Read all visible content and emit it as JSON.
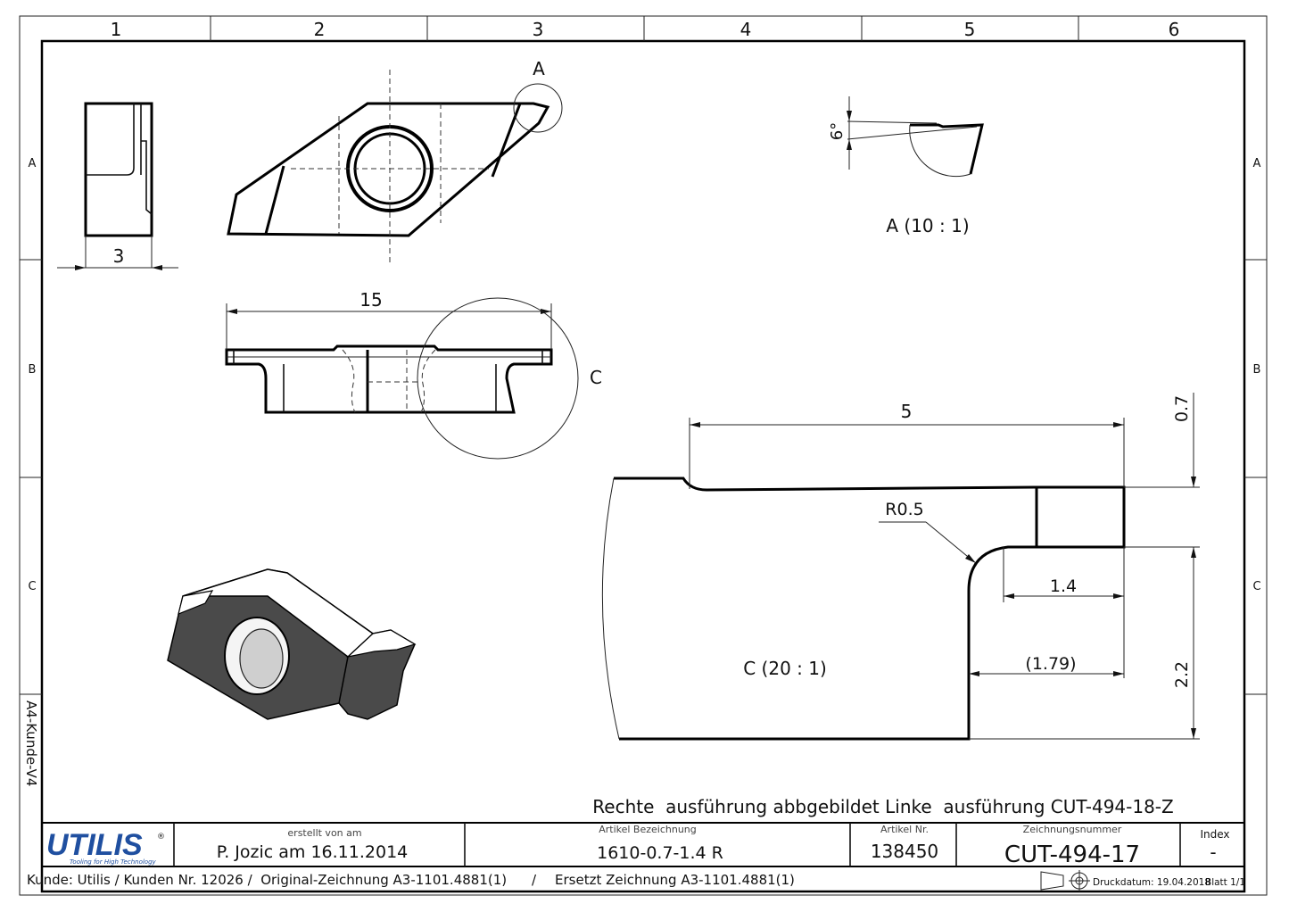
{
  "grid": {
    "columns": [
      "1",
      "2",
      "3",
      "4",
      "5",
      "6"
    ],
    "rows": [
      "A",
      "B",
      "C"
    ]
  },
  "side_label": "A4-Kunde-V4",
  "dimensions": {
    "width_side": "3",
    "length_section": "15",
    "detail_a_angle": "6°",
    "c_length": "5",
    "c_height_top": "0.7",
    "c_radius": "R0.5",
    "c_width": "1.4",
    "c_ref_width": "(1.79)",
    "c_height_bottom": "2.2"
  },
  "labels": {
    "detail_a_marker": "A",
    "detail_c_marker": "C",
    "detail_a_title": "A (10 : 1)",
    "detail_c_title": "C (20 : 1)"
  },
  "note": "Rechte  ausführung abbgebildet Linke  ausführung CUT-494-18-Z",
  "title_block": {
    "logo": "UTILIS",
    "logo_tagline": "Tooling for High Technology",
    "created_label": "erstellt von am",
    "created_value": "P. Jozic am 16.11.2014",
    "article_desc_label": "Artikel Bezeichnung",
    "article_desc_value": "1610-0.7-1.4 R",
    "article_no_label": "Artikel Nr.",
    "article_no_value": "138450",
    "drawing_no_label": "Zeichnungsnummer",
    "drawing_no_value": "CUT-494-17",
    "index_label": "Index",
    "index_value": "-"
  },
  "footer": {
    "customer": "Kunde: Utilis / Kunden Nr. 12026 /  Original-Zeichnung A3-1101.4881(1)",
    "separator": "/",
    "replaces": "Ersetzt Zeichnung A3-1101.4881(1)",
    "print_date": "Druckdatum: 19.04.2018",
    "sheet": "Blatt 1/1"
  },
  "colors": {
    "ink": "#111111",
    "logo_blue": "#1f4fa0",
    "solid_grey": "#4a4a4a"
  }
}
